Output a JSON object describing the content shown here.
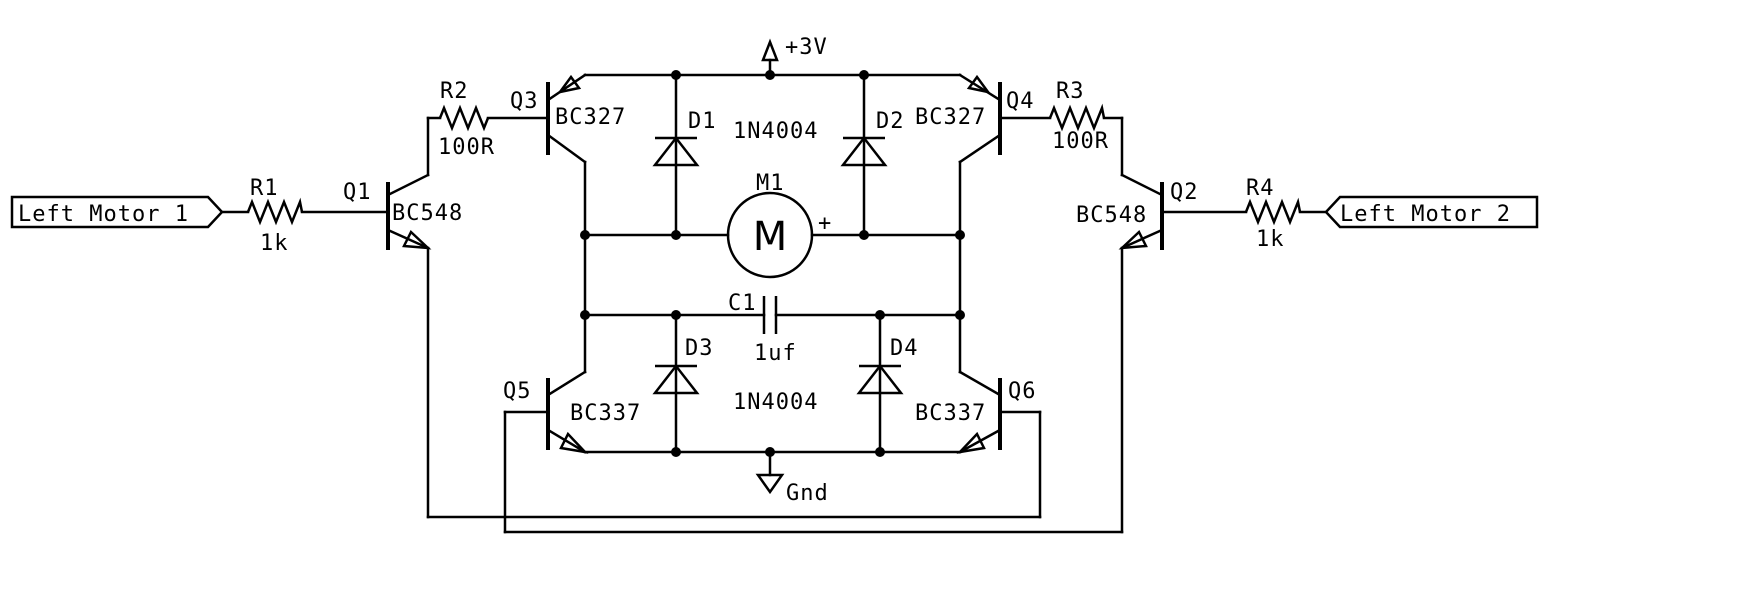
{
  "supply": "+3V",
  "ground": "Gnd",
  "ports": {
    "left": "Left Motor 1",
    "right": "Left Motor 2"
  },
  "resistors": {
    "r1": {
      "ref": "R1",
      "value": "1k"
    },
    "r2": {
      "ref": "R2",
      "value": "100R"
    },
    "r3": {
      "ref": "R3",
      "value": "100R"
    },
    "r4": {
      "ref": "R4",
      "value": "1k"
    }
  },
  "transistors": {
    "q1": {
      "ref": "Q1",
      "part": "BC548"
    },
    "q2": {
      "ref": "Q2",
      "part": "BC548"
    },
    "q3": {
      "ref": "Q3",
      "part": "BC327"
    },
    "q4": {
      "ref": "Q4",
      "part": "BC327"
    },
    "q5": {
      "ref": "Q5",
      "part": "BC337"
    },
    "q6": {
      "ref": "Q6",
      "part": "BC337"
    }
  },
  "diodes": {
    "d1": {
      "ref": "D1"
    },
    "d2": {
      "ref": "D2"
    },
    "d3": {
      "ref": "D3"
    },
    "d4": {
      "ref": "D4"
    },
    "top_part": "1N4004",
    "bottom_part": "1N4004"
  },
  "capacitor": {
    "ref": "C1",
    "value": "1uf"
  },
  "motor": {
    "ref": "M1",
    "symbol": "M",
    "polarity": "+"
  }
}
